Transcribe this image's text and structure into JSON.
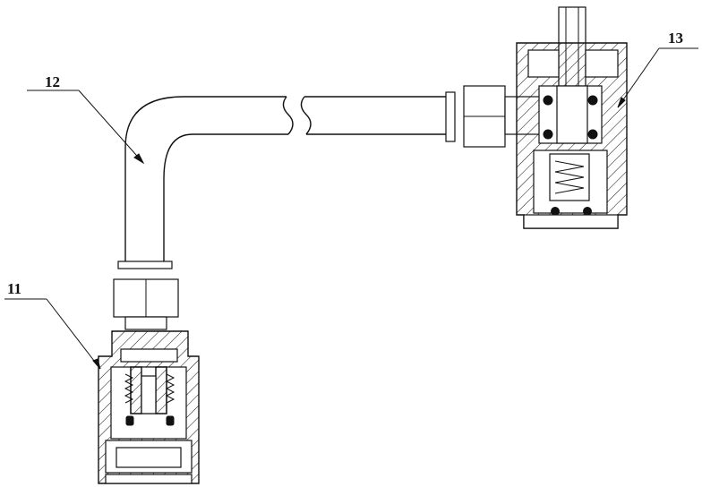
{
  "labels": {
    "part_11": "11",
    "part_12": "12",
    "part_13": "13"
  },
  "colors": {
    "line": "#111111",
    "background": "#ffffff"
  }
}
